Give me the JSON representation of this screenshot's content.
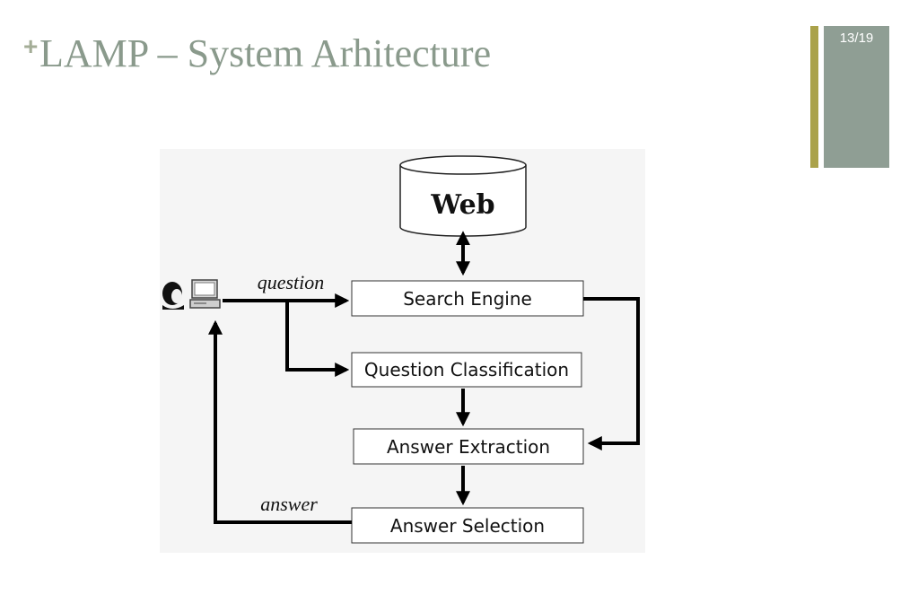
{
  "slide": {
    "plus": "+",
    "title": "LAMP – System Arhitecture",
    "page_number": "13/19",
    "accent_colors": {
      "title": "#8a9a8c",
      "gold_bar": "#aaa24a",
      "grey_bar": "#8f9e94"
    }
  },
  "diagram": {
    "nodes": {
      "web": "Web",
      "search_engine": "Search Engine",
      "question_classification": "Question Classification",
      "answer_extraction": "Answer Extraction",
      "answer_selection": "Answer Selection"
    },
    "edge_labels": {
      "question": "question",
      "answer": "answer"
    },
    "icons": [
      "user-icon",
      "computer-icon"
    ]
  }
}
